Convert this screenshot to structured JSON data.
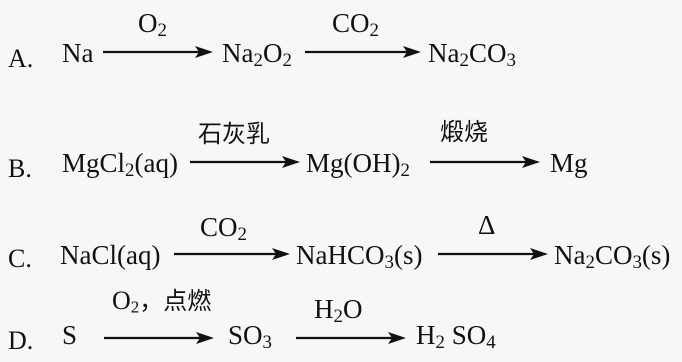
{
  "options": [
    {
      "letter": "A.",
      "steps": [
        {
          "formula": [
            [
              "Na",
              false
            ]
          ]
        },
        {
          "condition": [
            [
              "O",
              false
            ],
            [
              "2",
              true
            ]
          ],
          "formula": [
            [
              "Na",
              false
            ],
            [
              "2",
              true
            ],
            [
              "O",
              false
            ],
            [
              "2",
              true
            ]
          ]
        },
        {
          "condition": [
            [
              "CO",
              false
            ],
            [
              "2",
              true
            ]
          ],
          "formula": [
            [
              "Na",
              false
            ],
            [
              "2",
              true
            ],
            [
              "CO",
              false
            ],
            [
              "3",
              true
            ]
          ]
        }
      ]
    },
    {
      "letter": "B.",
      "steps": [
        {
          "formula": [
            [
              "MgCl",
              false
            ],
            [
              "2",
              true
            ],
            [
              "(aq)",
              false
            ]
          ]
        },
        {
          "condition": [
            [
              "石灰乳",
              false
            ]
          ],
          "formula": [
            [
              "Mg(OH)",
              false
            ],
            [
              "2",
              true
            ]
          ]
        },
        {
          "condition": [
            [
              "煅烧",
              false
            ]
          ],
          "formula": [
            [
              "Mg",
              false
            ]
          ]
        }
      ]
    },
    {
      "letter": "C.",
      "steps": [
        {
          "formula": [
            [
              "NaCl(aq)",
              false
            ]
          ]
        },
        {
          "condition": [
            [
              "CO",
              false
            ],
            [
              "2",
              true
            ]
          ],
          "formula": [
            [
              "NaHCO",
              false
            ],
            [
              "3",
              true
            ],
            [
              "(s)",
              false
            ]
          ]
        },
        {
          "condition": [
            [
              "Δ",
              false
            ]
          ],
          "formula": [
            [
              "Na",
              false
            ],
            [
              "2",
              true
            ],
            [
              "CO",
              false
            ],
            [
              "3",
              true
            ],
            [
              "(s)",
              false
            ]
          ]
        }
      ]
    },
    {
      "letter": "D.",
      "steps": [
        {
          "formula": [
            [
              "S",
              false
            ]
          ]
        },
        {
          "condition": [
            [
              "O",
              false
            ],
            [
              "2",
              true
            ],
            [
              "，点燃",
              false
            ]
          ],
          "formula": [
            [
              "SO",
              false
            ],
            [
              "3",
              true
            ]
          ]
        },
        {
          "condition": [
            [
              "H",
              false
            ],
            [
              "2",
              true
            ],
            [
              "O",
              false
            ]
          ],
          "formula": [
            [
              "H",
              false
            ],
            [
              "2",
              true
            ],
            [
              " SO",
              false
            ],
            [
              "4",
              true
            ]
          ]
        }
      ]
    }
  ]
}
